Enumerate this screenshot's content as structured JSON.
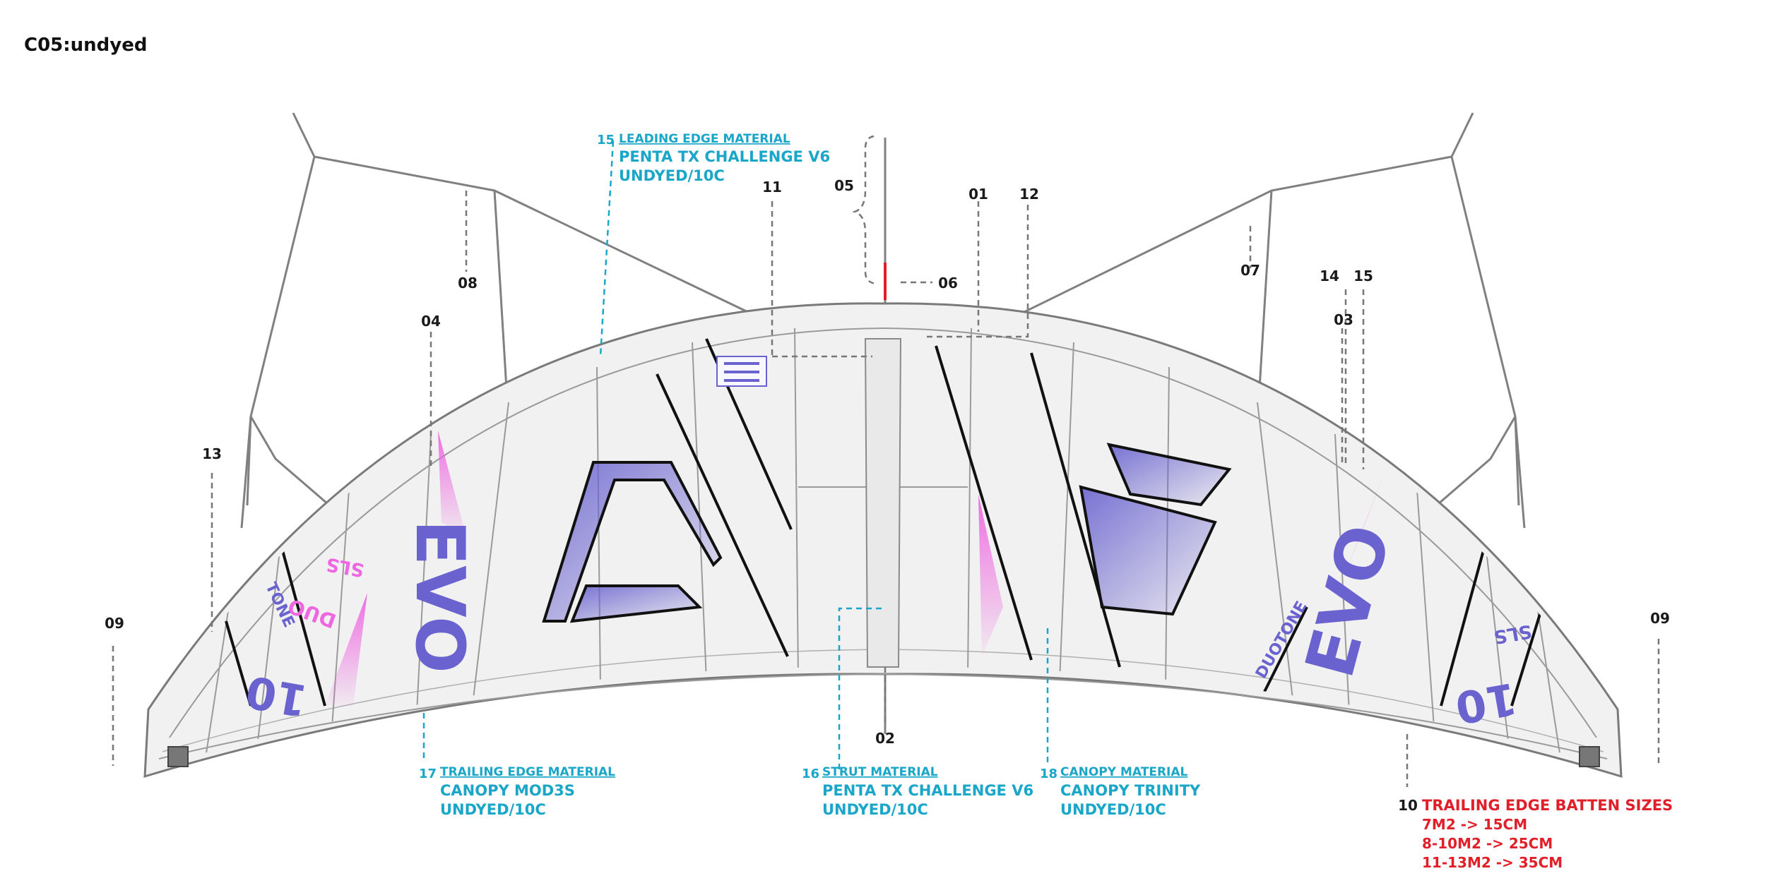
{
  "title": "C05:undyed",
  "callouts": {
    "c01": "01",
    "c02": "02",
    "c03": "03",
    "c04": "04",
    "c05": "05",
    "c06": "06",
    "c07": "07",
    "c08": "08",
    "c09_left": "09",
    "c09_right": "09",
    "c10": "10",
    "c11": "11",
    "c12": "12",
    "c13": "13",
    "c14": "14",
    "c15_right": "15"
  },
  "materials": {
    "leading_edge": {
      "num": "15",
      "title": "LEADING EDGE MATERIAL",
      "line1": "PENTA TX CHALLENGE V6",
      "line2": "UNDYED/10C"
    },
    "strut": {
      "num": "16",
      "title": "STRUT MATERIAL",
      "line1": "PENTA TX CHALLENGE V6",
      "line2": "UNDYED/10C"
    },
    "trailing_edge": {
      "num": "17",
      "title": "TRAILING EDGE MATERIAL",
      "line1": "CANOPY MOD3S",
      "line2": "UNDYED/10C"
    },
    "canopy": {
      "num": "18",
      "title": "CANOPY MATERIAL",
      "line1": "CANOPY TRINITY",
      "line2": "UNDYED/10C"
    }
  },
  "batten": {
    "title": "TRAILING EDGE BATTEN SIZES",
    "rows": [
      "7M2 -> 15CM",
      "8-10M2 -> 25CM",
      "11-13M2 -> 35CM"
    ]
  },
  "graphics": {
    "evo_left": "EVO",
    "evo_right": "EVO",
    "size_left": "10",
    "size_right": "10",
    "sls_left": "SLS",
    "sls_right": "SLS",
    "duo_left": "DUO",
    "tone_left": "TONE",
    "duotone_right": "DUOTONE"
  },
  "colors": {
    "callout_cyan": "#1aa6c8",
    "callout_red": "#e11f2a",
    "brand_violet": "#6a63cf",
    "accent_pink": "#ee66e0",
    "kite_fill": "#f1f1f1",
    "outline": "#7a7a7a"
  }
}
